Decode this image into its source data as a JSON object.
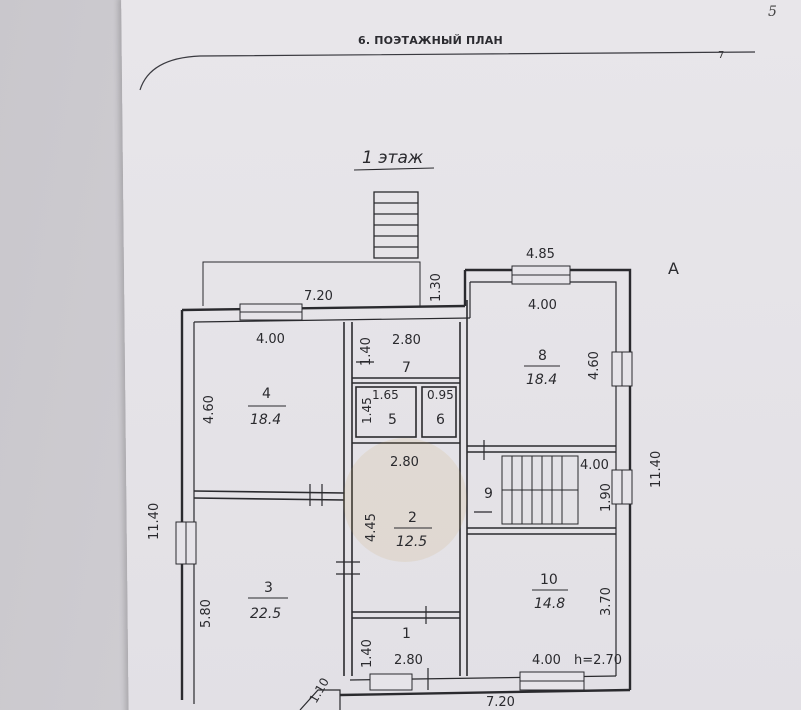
{
  "header": {
    "section_title": "6. ПОЭТАЖНЫЙ ПЛАН",
    "page_number": "7",
    "handwritten_mark": "5"
  },
  "plan": {
    "floor_label": "1 этаж",
    "section_letter": "А",
    "ceiling_height": "h=2.70",
    "rooms": [
      {
        "number": "1"
      },
      {
        "number": "2",
        "area": "12.5"
      },
      {
        "number": "3",
        "area": "22.5"
      },
      {
        "number": "4",
        "area": "18.4"
      },
      {
        "number": "5"
      },
      {
        "number": "6"
      },
      {
        "number": "7"
      },
      {
        "number": "8",
        "area": "18.4"
      },
      {
        "number": "9"
      },
      {
        "number": "10",
        "area": "14.8"
      }
    ],
    "dimensions": {
      "outer_top_right": "4.85",
      "outer_top_left": "7.20",
      "outer_bottom": "7.20",
      "outer_left": "11.40",
      "outer_right": "11.40",
      "porch": "1.30",
      "r4_width": "4.00",
      "r4_height": "4.60",
      "r7_width": "2.80",
      "r7_height": "1.40",
      "r8_width": "4.00",
      "r8_height": "4.60",
      "r5_width": "1.65",
      "r5_height": "1.45",
      "r6_width": "0.95",
      "r2_width": "2.80",
      "r2_height": "4.45",
      "r9_width": "4.00",
      "r9_height": "1.90",
      "r3_height": "5.80",
      "r10_height": "3.70",
      "r1_width": "2.80",
      "r1_height": "1.40",
      "r10_width": "4.00",
      "bottom_left": "1.10"
    }
  }
}
